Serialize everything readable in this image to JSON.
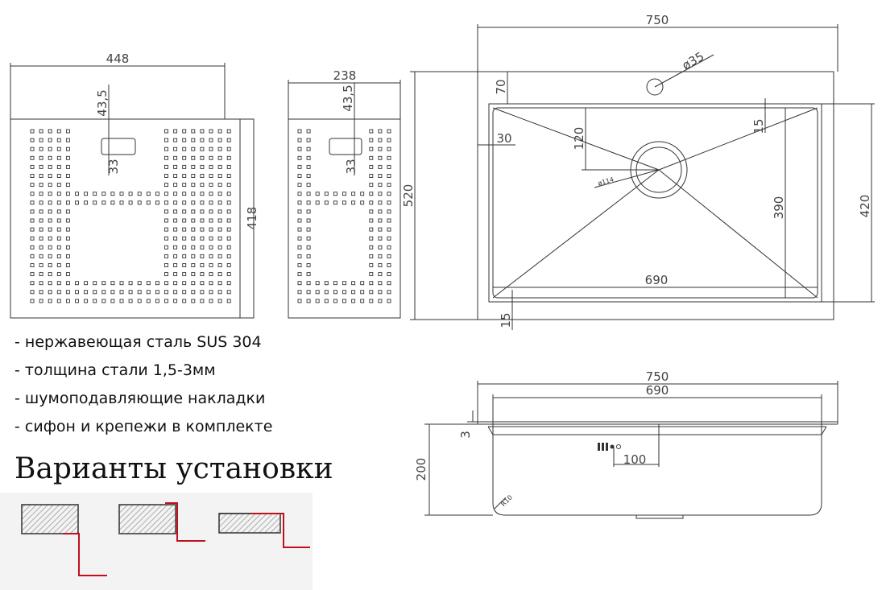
{
  "specs": [
    "- нержавеющая сталь SUS 304",
    "- толщина стали 1,5-3мм",
    "- шумоподавляющие накладки",
    "- сифон и крепежи в комплекте"
  ],
  "install_title": "Варианты установки",
  "install_variants": [
    "undermount",
    "flush",
    "top-mount"
  ],
  "colors": {
    "line": "#333333",
    "accent_red": "#c0101e",
    "hatch": "#999999",
    "background": "#ffffff"
  },
  "panel_large": {
    "width": "448",
    "height": "418",
    "cutout_offset": "43,5",
    "cutout_height": "33"
  },
  "panel_small": {
    "width": "238",
    "cutout_offset": "43,5",
    "cutout_height": "33"
  },
  "sink_top": {
    "outer_width": "750",
    "outer_height": "520",
    "faucet_offset": "70",
    "faucet_hole": "ø35",
    "side_margin": "30",
    "drain_offset": "120",
    "drain_diameter": "ø114",
    "slope_top": "15",
    "bowl_depth": "390",
    "bowl_height": "420",
    "bowl_width": "690",
    "slope_bottom": "15"
  },
  "sink_side": {
    "outer_width": "750",
    "bowl_width": "690",
    "rim_thickness": "3",
    "overflow_offset": "100",
    "height": "200",
    "corner_radius": "R10"
  }
}
